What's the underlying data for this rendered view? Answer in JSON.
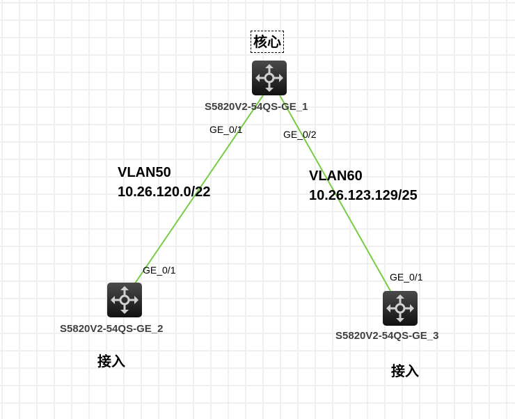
{
  "nodes": [
    {
      "name": "S5820V2-54QS-GE_1",
      "role": "核心",
      "icon": "switch-icon"
    },
    {
      "name": "S5820V2-54QS-GE_2",
      "role": "接入",
      "icon": "switch-icon"
    },
    {
      "name": "S5820V2-54QS-GE_3",
      "role": "接入",
      "icon": "switch-icon"
    }
  ],
  "links": [
    {
      "from_port": "GE_0/1",
      "to_port": "GE_0/1",
      "vlan": "VLAN50",
      "subnet": "10.26.120.0/22"
    },
    {
      "from_port": "GE_0/2",
      "to_port": "GE_0/1",
      "vlan": "VLAN60",
      "subnet": "10.26.123.129/25"
    }
  ],
  "colors": {
    "link": "#77cc44",
    "grid": "#f0f0f0"
  }
}
